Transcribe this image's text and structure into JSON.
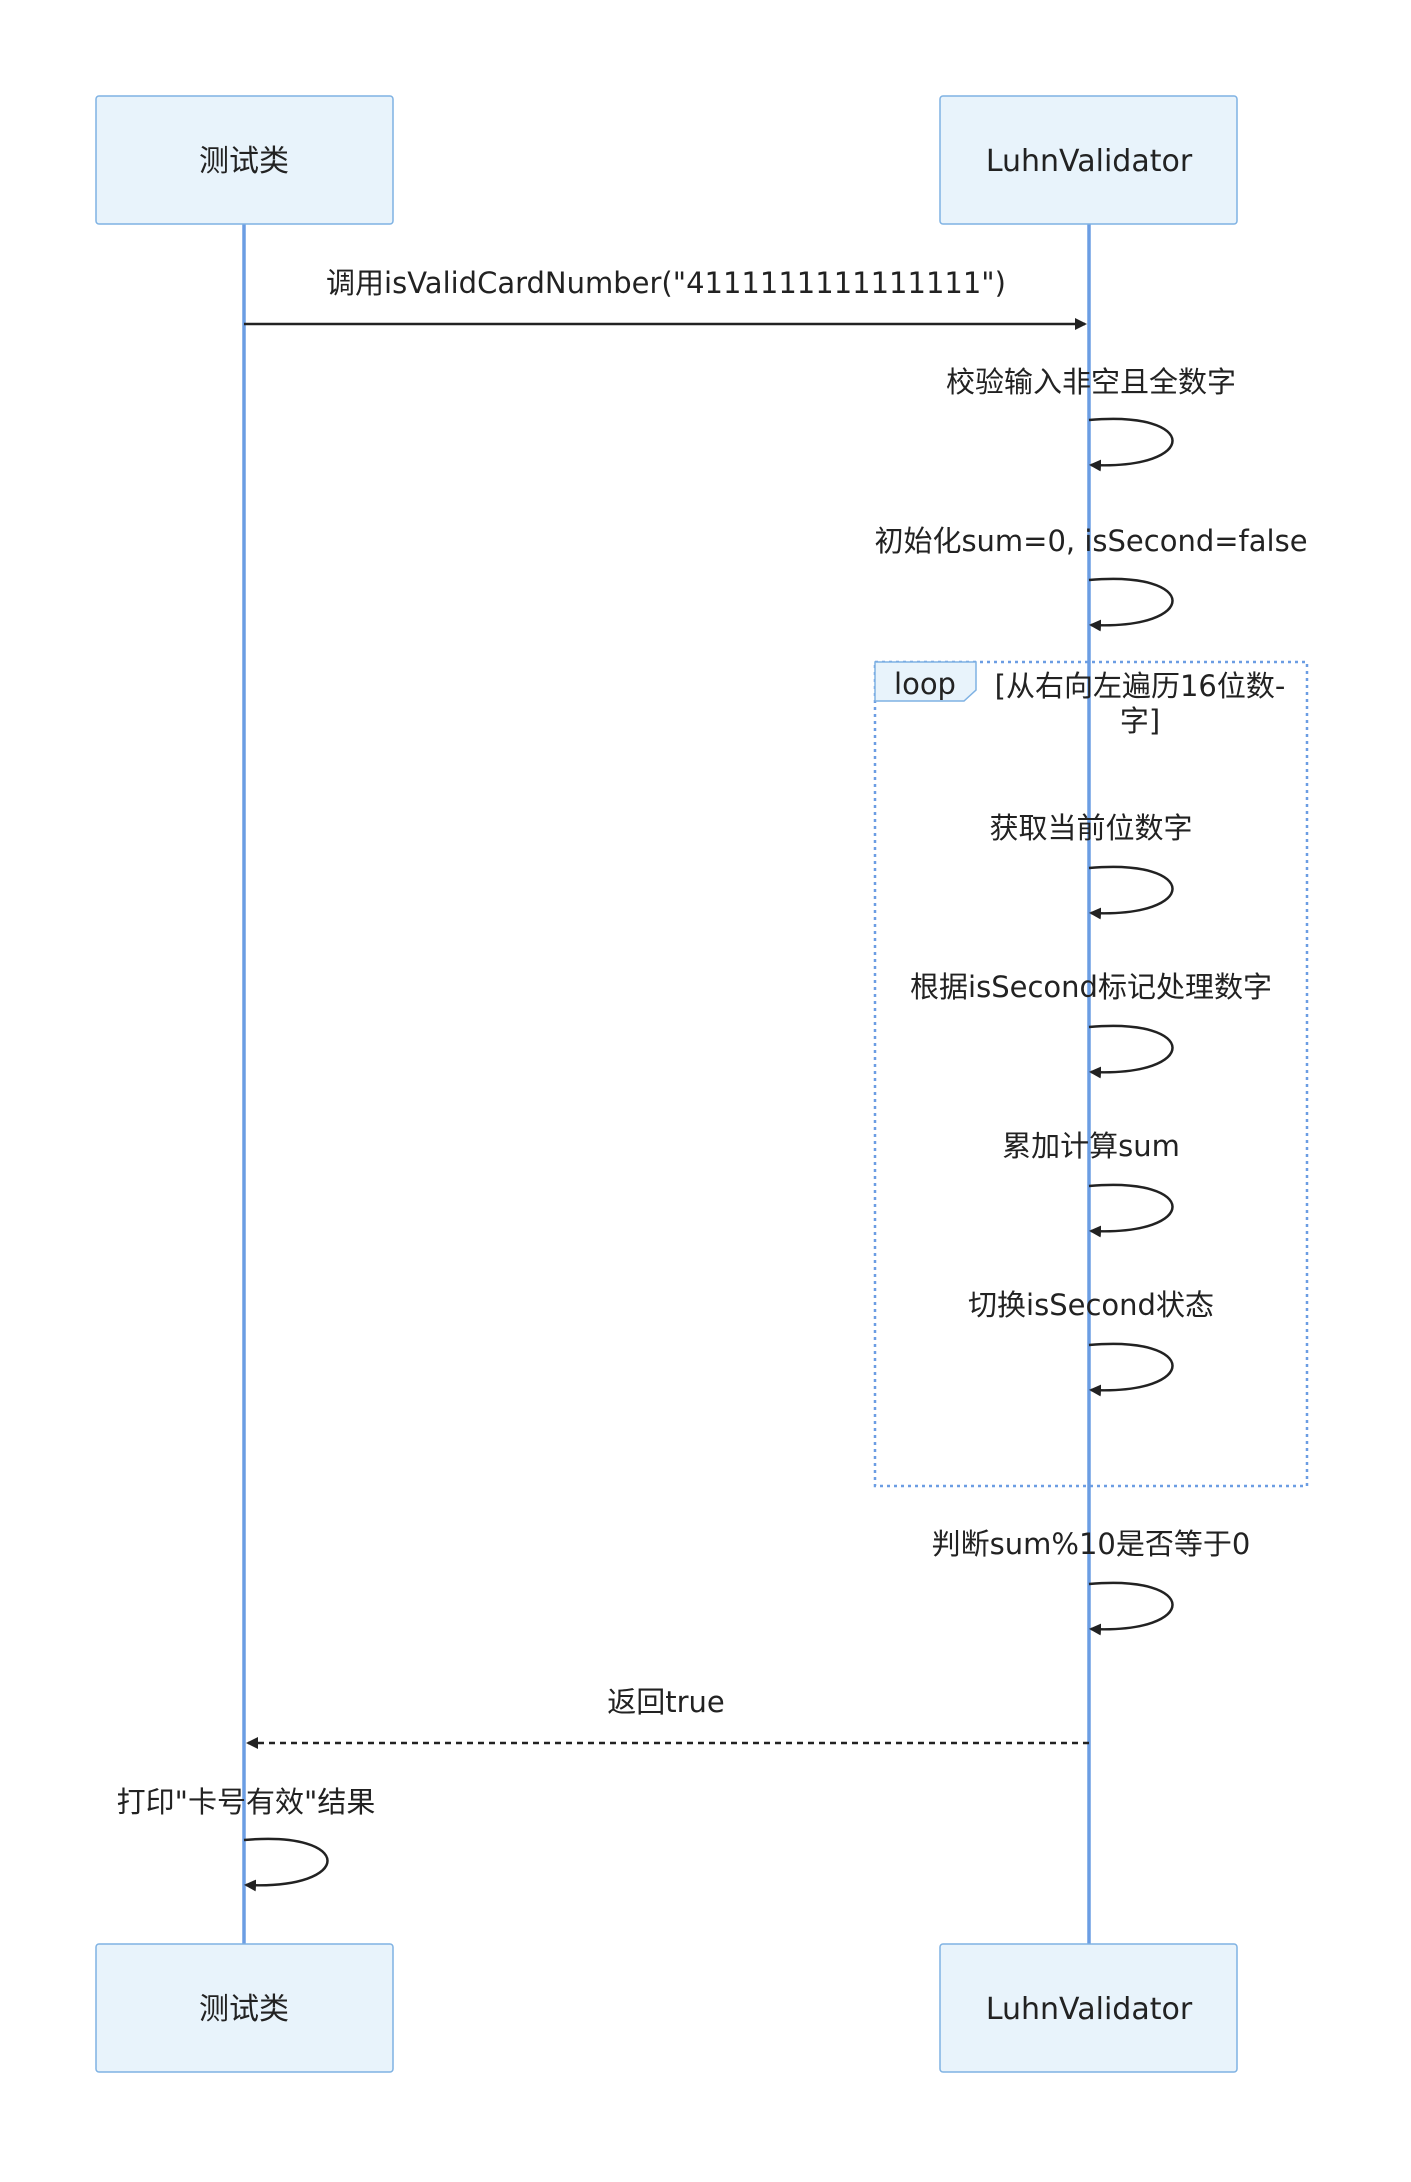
{
  "actors": {
    "tester": "测试类",
    "validator": "LuhnValidator"
  },
  "messages": {
    "m1": "调用isValidCardNumber(\"4111111111111111\")",
    "m2": "校验输入非空且全数字",
    "m3": "初始化sum=0, isSecond=false",
    "m4": "获取当前位数字",
    "m5": "根据isSecond标记处理数字",
    "m6": "累加计算sum",
    "m7": "切换isSecond状态",
    "m8": "判断sum%10是否等于0",
    "m9": "返回true",
    "m10": "打印\"卡号有效\"结果"
  },
  "loop": {
    "label": "loop",
    "condition_line1": "[从右向左遍历16位数-",
    "condition_line2": "字]"
  },
  "colors": {
    "actor_fill": "#e8f3fb",
    "actor_stroke": "#7fb2e3",
    "lifeline": "#6b9de3",
    "message": "#222222"
  }
}
